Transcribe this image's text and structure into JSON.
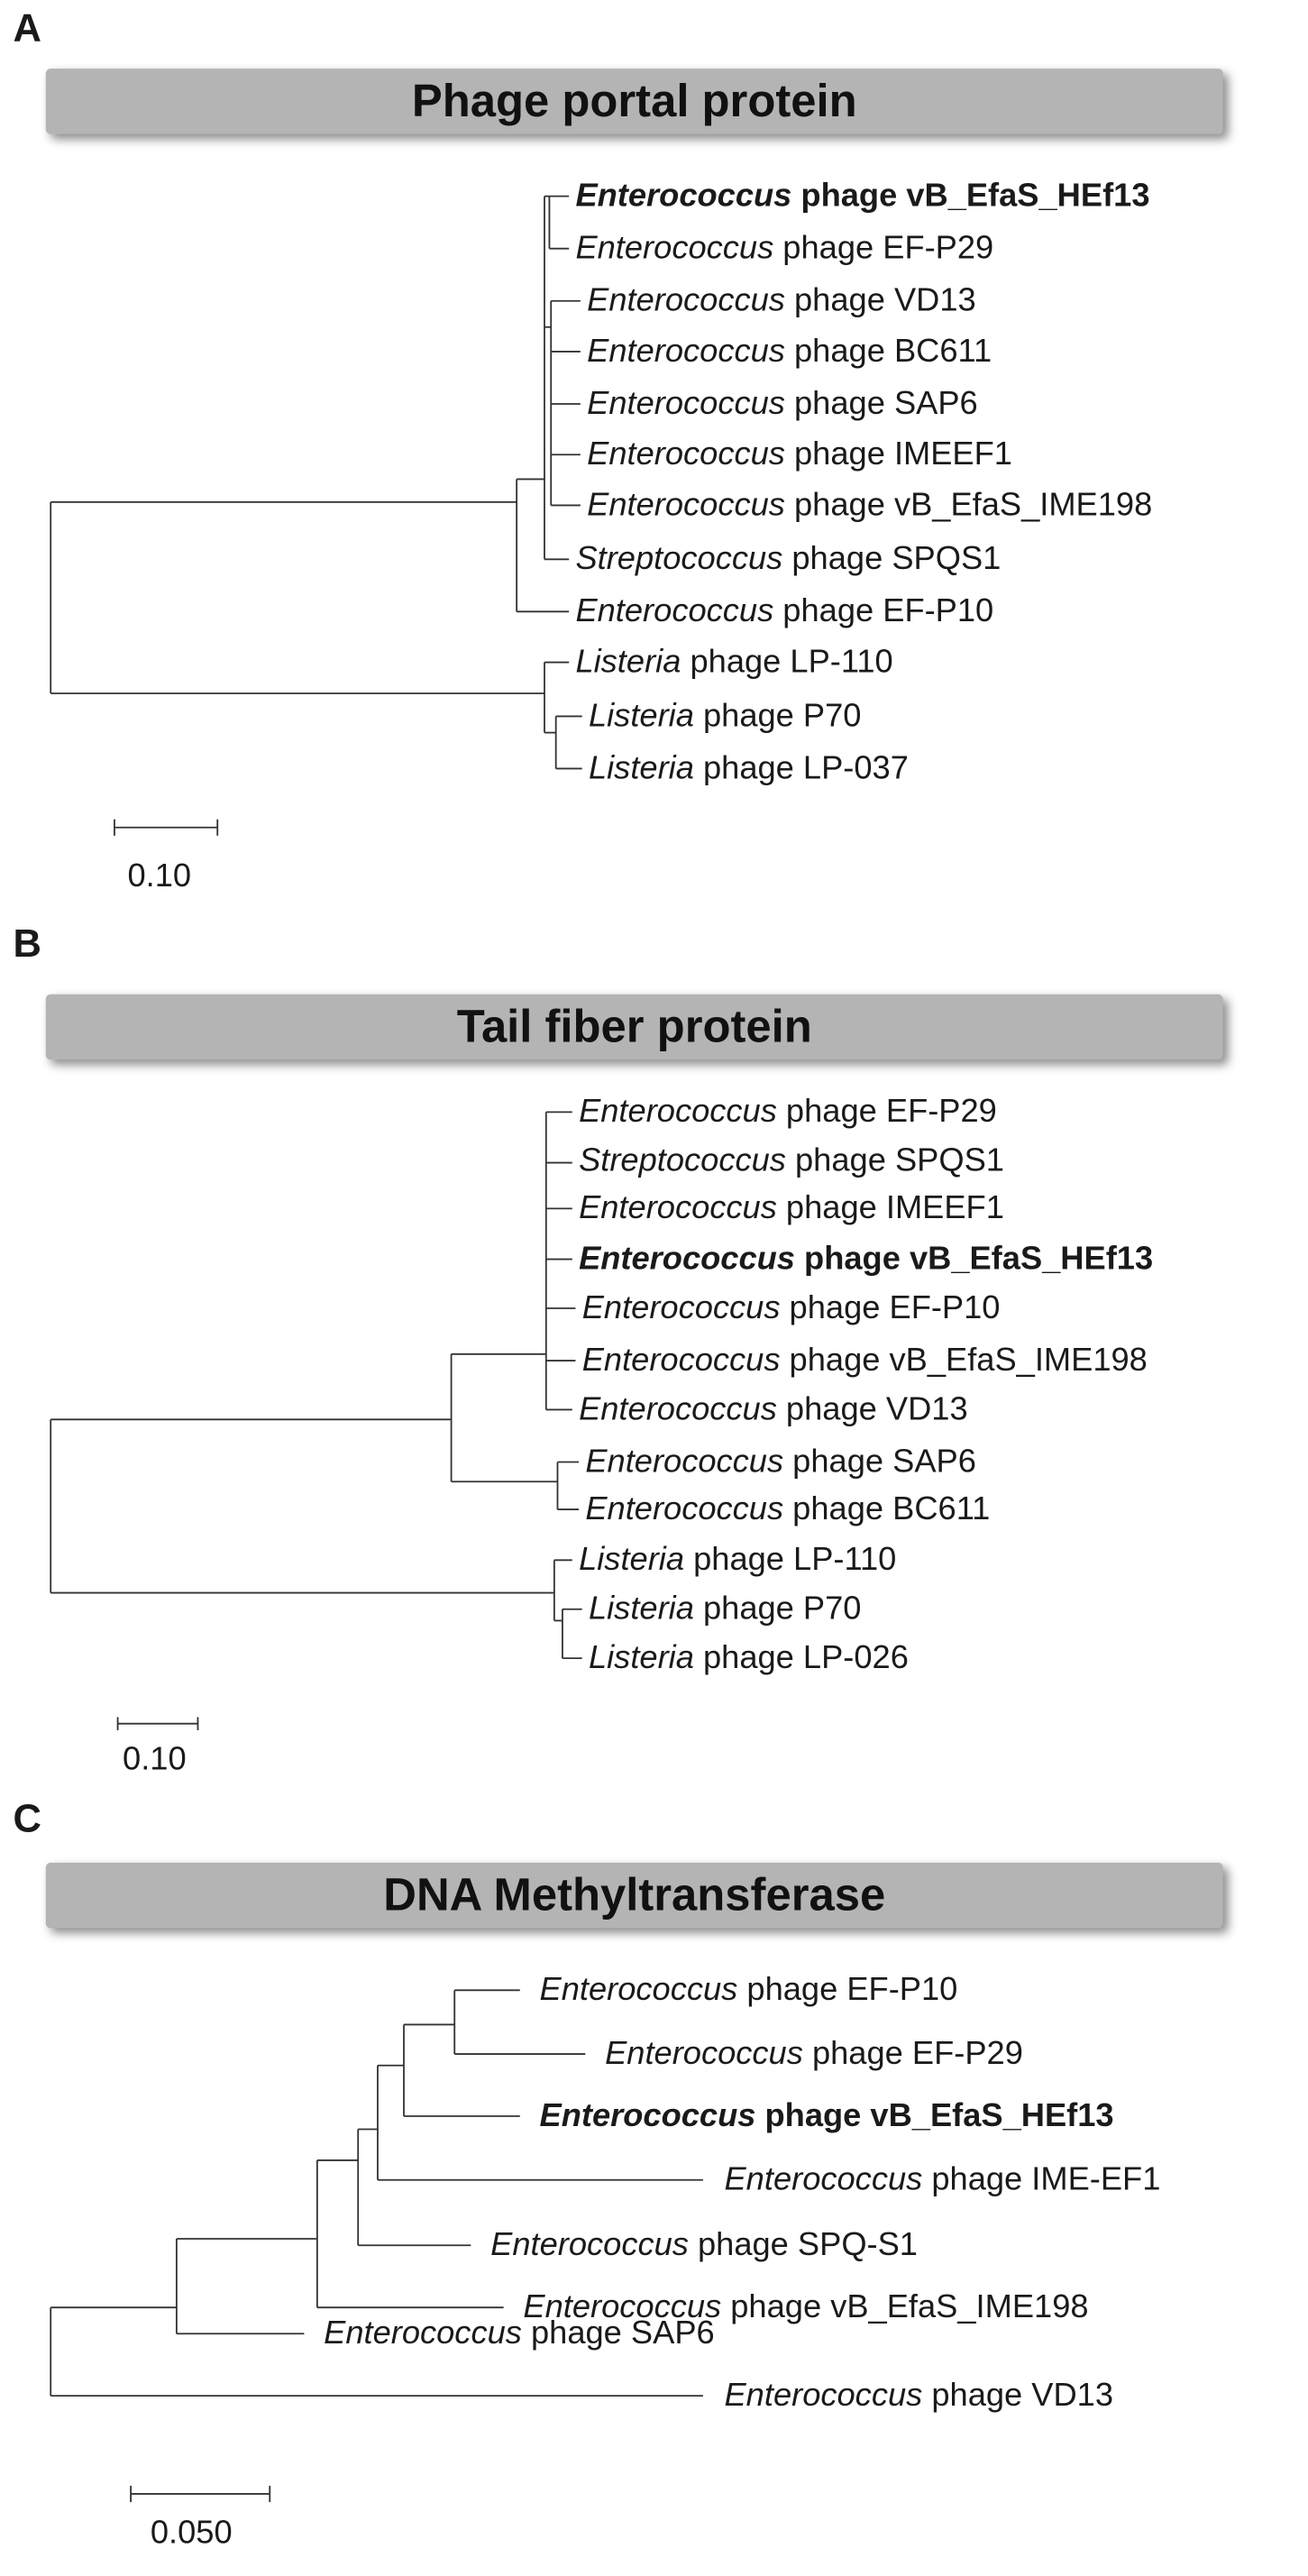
{
  "panels": [
    {
      "letter": "A",
      "title": "Phage portal protein",
      "scale_label": "0.10",
      "leaves": [
        {
          "genus": "Enterococcus",
          "rest": " phage vB_EfaS_HEf13",
          "focal": true
        },
        {
          "genus": "Enterococcus",
          "rest": " phage EF-P29",
          "focal": false
        },
        {
          "genus": "Enterococcus",
          "rest": " phage VD13",
          "focal": false
        },
        {
          "genus": "Enterococcus",
          "rest": " phage BC611",
          "focal": false
        },
        {
          "genus": "Enterococcus",
          "rest": " phage SAP6",
          "focal": false
        },
        {
          "genus": "Enterococcus",
          "rest": " phage IMEEF1",
          "focal": false
        },
        {
          "genus": "Enterococcus",
          "rest": " phage vB_EfaS_IME198",
          "focal": false
        },
        {
          "genus": "Streptococcus",
          "rest": " phage SPQS1",
          "focal": false
        },
        {
          "genus": "Enterococcus",
          "rest": " phage EF-P10",
          "focal": false
        },
        {
          "genus": "Listeria",
          "rest": " phage LP-110",
          "focal": false
        },
        {
          "genus": "Listeria",
          "rest": " phage P70",
          "focal": false
        },
        {
          "genus": "Listeria",
          "rest": " phage LP-037",
          "focal": false
        }
      ]
    },
    {
      "letter": "B",
      "title": "Tail fiber protein",
      "scale_label": "0.10",
      "leaves": [
        {
          "genus": "Enterococcus",
          "rest": " phage EF-P29",
          "focal": false
        },
        {
          "genus": "Streptococcus",
          "rest": " phage SPQS1",
          "focal": false
        },
        {
          "genus": "Enterococcus",
          "rest": " phage IMEEF1",
          "focal": false
        },
        {
          "genus": "Enterococcus",
          "rest": " phage vB_EfaS_HEf13",
          "focal": true
        },
        {
          "genus": "Enterococcus",
          "rest": " phage EF-P10",
          "focal": false
        },
        {
          "genus": "Enterococcus",
          "rest": " phage vB_EfaS_IME198",
          "focal": false
        },
        {
          "genus": "Enterococcus",
          "rest": " phage VD13",
          "focal": false
        },
        {
          "genus": "Enterococcus",
          "rest": " phage SAP6",
          "focal": false
        },
        {
          "genus": "Enterococcus",
          "rest": " phage BC611",
          "focal": false
        },
        {
          "genus": "Listeria",
          "rest": " phage LP-110",
          "focal": false
        },
        {
          "genus": "Listeria",
          "rest": " phage P70",
          "focal": false
        },
        {
          "genus": "Listeria",
          "rest": " phage LP-026",
          "focal": false
        }
      ]
    },
    {
      "letter": "C",
      "title": "DNA Methyltransferase",
      "scale_label": "0.050",
      "leaves": [
        {
          "genus": "Enterococcus",
          "rest": " phage EF-P10",
          "focal": false
        },
        {
          "genus": "Enterococcus",
          "rest": " phage EF-P29",
          "focal": false
        },
        {
          "genus": "Enterococcus",
          "rest": " phage vB_EfaS_HEf13",
          "focal": true
        },
        {
          "genus": "Enterococcus",
          "rest": " phage IME-EF1",
          "focal": false
        },
        {
          "genus": "Enterococcus",
          "rest": " phage SPQ-S1",
          "focal": false
        },
        {
          "genus": "Enterococcus",
          "rest": " phage vB_EfaS_IME198",
          "focal": false
        },
        {
          "genus": "Enterococcus",
          "rest": " phage SAP6",
          "focal": false
        },
        {
          "genus": "Enterococcus",
          "rest": " phage VD13",
          "focal": false
        }
      ]
    }
  ]
}
